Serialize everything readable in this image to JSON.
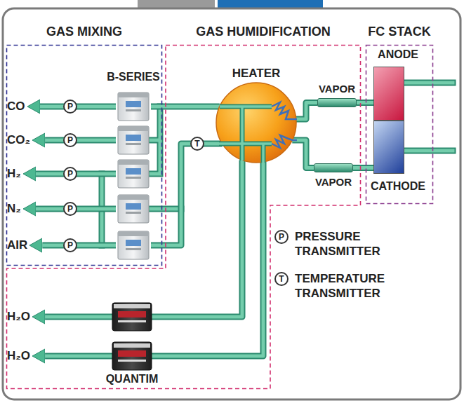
{
  "diagram": {
    "nodes": [
      {
        "text": [
          "GAS MIXING"
        ]
      },
      {
        "text": [
          "B-SERIES"
        ],
        "in": 0
      },
      {
        "text": [
          "CO"
        ],
        "in": 0
      },
      {
        "text": [
          "CO₂"
        ],
        "in": 0
      },
      {
        "text": [
          "H₂"
        ],
        "in": 0
      },
      {
        "text": [
          "N₂"
        ],
        "in": 0
      },
      {
        "text": [
          "AIR"
        ],
        "in": 0
      },
      {
        "text": [
          "GAS HUMIDIFICATION"
        ]
      },
      {
        "text": [
          "HEATER"
        ],
        "in": 7
      },
      {
        "text": [
          "VAPOR"
        ],
        "in": 7
      },
      {
        "text": [
          "VAPOR"
        ],
        "in": 7
      },
      {
        "text": [
          "H₂O"
        ],
        "in": 7
      },
      {
        "text": [
          "H₂O"
        ],
        "in": 7
      },
      {
        "text": [
          "FC STACK"
        ]
      },
      {
        "text": [
          "ANODE"
        ],
        "in": 13
      },
      {
        "text": [
          "CATHODE"
        ],
        "in": 13
      }
    ],
    "edges": [
      {
        "from": 2,
        "to": 1,
        "arrow": "none"
      },
      {
        "from": 3,
        "to": 1,
        "arrow": "none"
      },
      {
        "from": 4,
        "to": 1,
        "arrow": "none"
      },
      {
        "from": 5,
        "to": 1,
        "arrow": "none"
      },
      {
        "from": 6,
        "to": 1,
        "arrow": "none"
      },
      {
        "from": 1,
        "to": 8,
        "arrow": "none"
      },
      {
        "from": 1,
        "to": 8,
        "arrow": "none"
      },
      {
        "from": 11,
        "to": 8,
        "arrow": "none"
      },
      {
        "from": 12,
        "to": 8,
        "arrow": "none"
      },
      {
        "from": 8,
        "to": 9,
        "arrow": "none"
      },
      {
        "from": 8,
        "to": 10,
        "arrow": "none"
      },
      {
        "from": 9,
        "to": 14,
        "arrow": "none"
      },
      {
        "from": 10,
        "to": 15,
        "arrow": "none"
      }
    ],
    "labels": [
      "P",
      "P",
      "P",
      "P",
      "P",
      "T",
      "QUANTIM",
      "P",
      "T"
    ],
    "legend": [
      {
        "text": "PRESSURE TRANSMITTER"
      },
      {
        "text": "TEMPERATURE TRANSMITTER"
      }
    ]
  }
}
